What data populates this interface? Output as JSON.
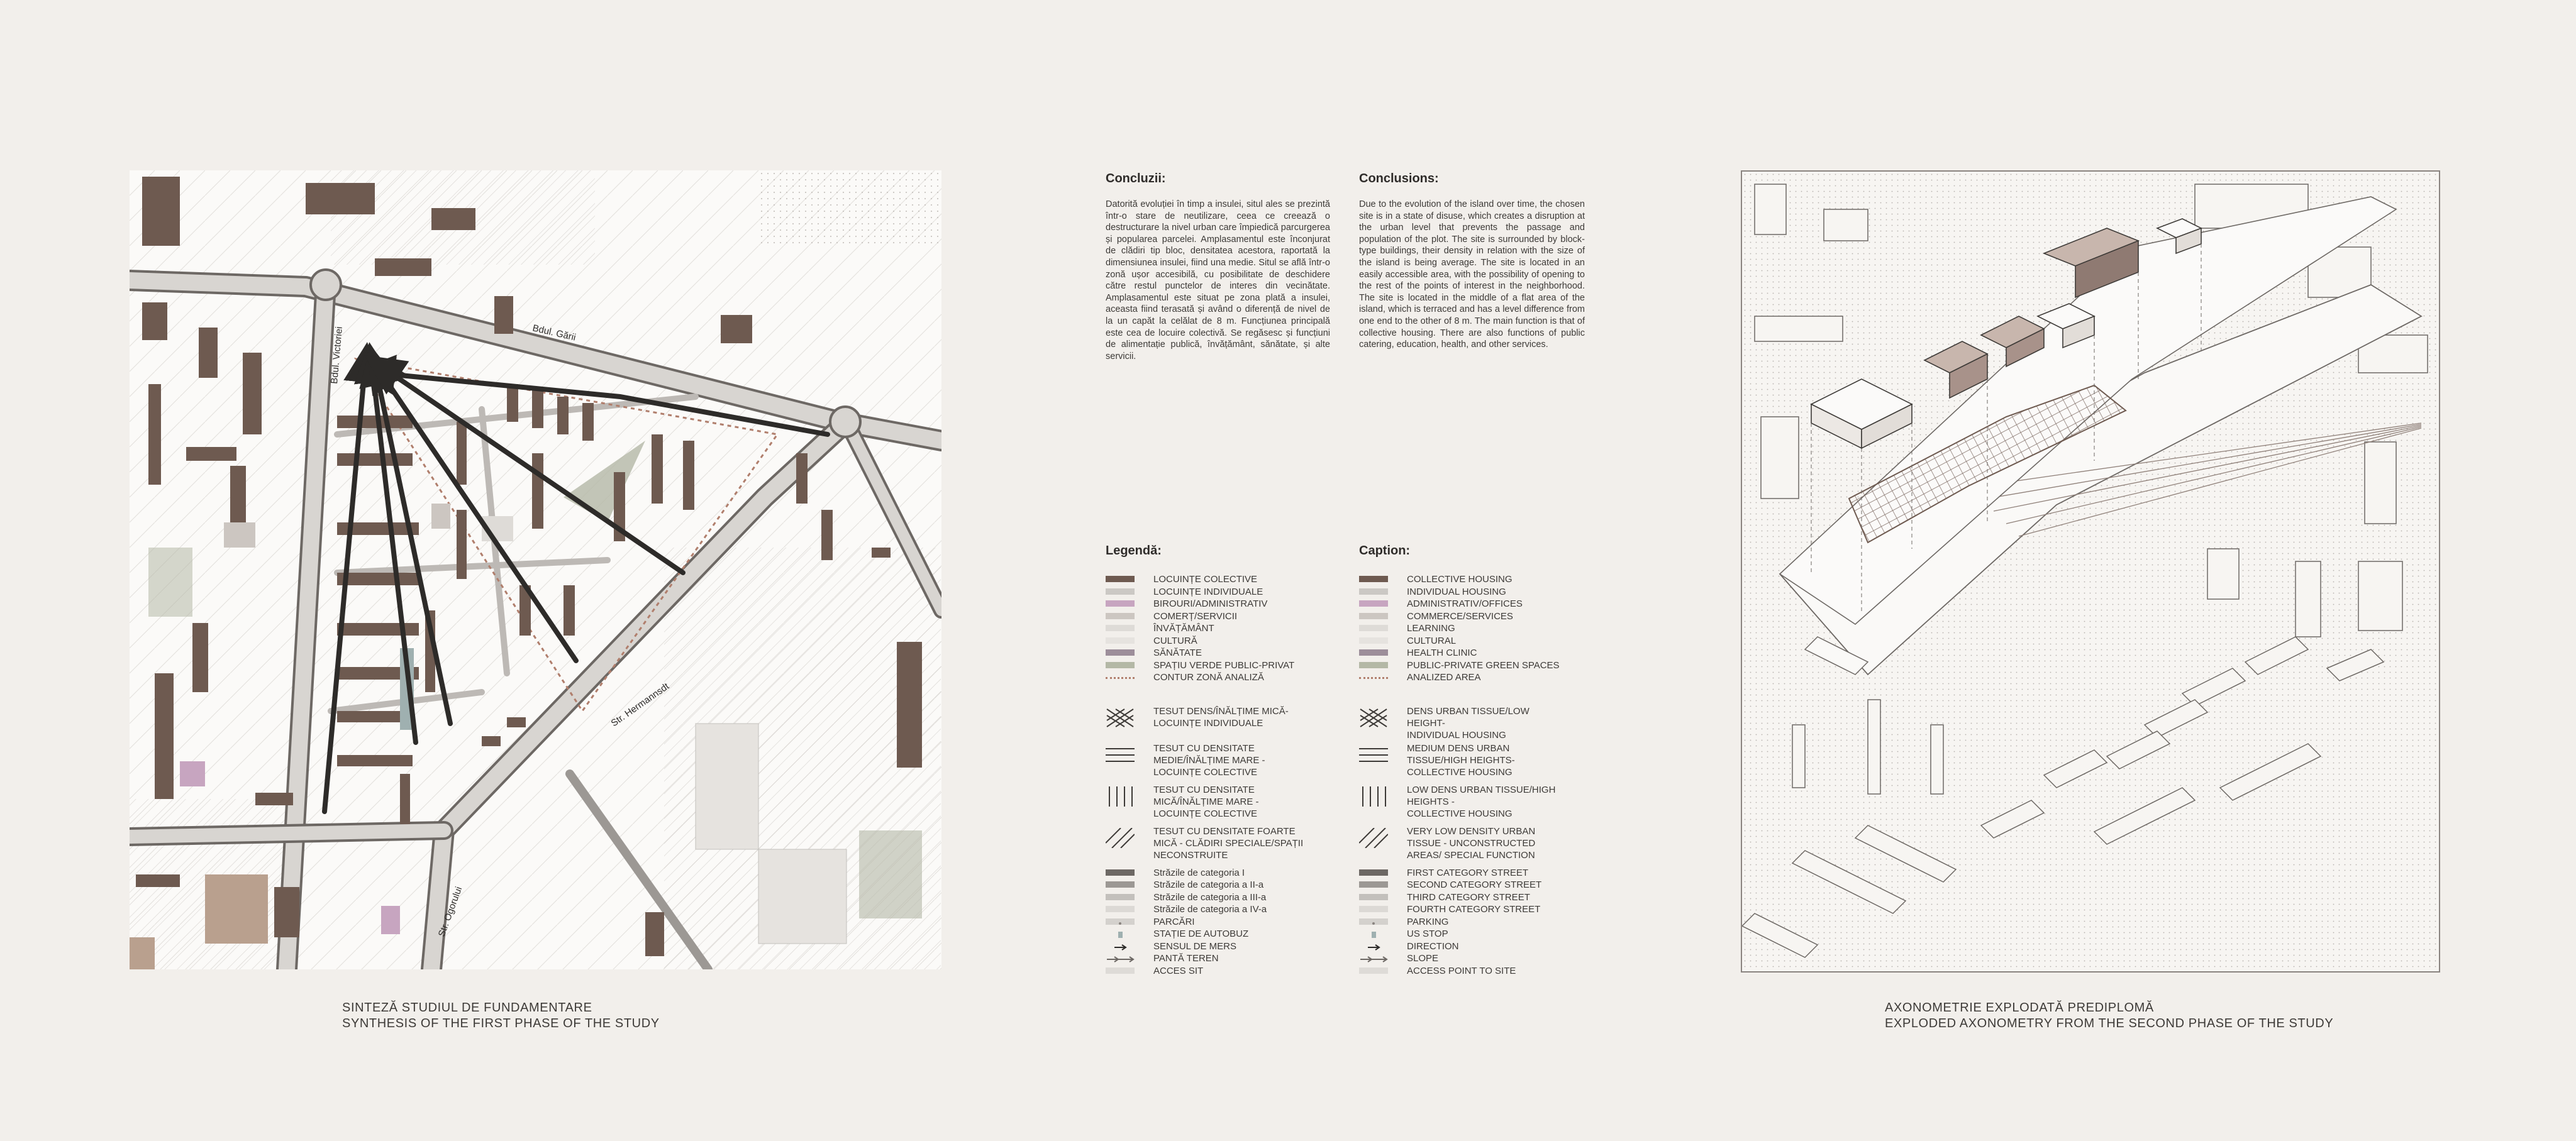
{
  "colors": {
    "background": "#f2efeb",
    "text": "#3d3a37",
    "collective_housing": "#6e5a50",
    "individual_housing": "#cbc8c4",
    "administrative": "#c7a5c0",
    "commerce": "#ccc6c1",
    "learning": "#dedbd7",
    "cultural": "#e6e3df",
    "health": "#9d8e9a",
    "green_space": "#b4b8a6",
    "analyzed_area": "#b07e6c",
    "arrows": "#2d2b29"
  },
  "map": {
    "street_labels": [
      "Bdul. Gării",
      "Bdul. Victoriei",
      "Str. Hermannsdt",
      "Str. Ogorului"
    ]
  },
  "left_figure_caption": {
    "line1": "SINTEZĂ STUDIUL DE FUNDAMENTARE",
    "line2": "SYNTHESIS OF THE FIRST PHASE OF THE STUDY"
  },
  "right_figure_caption": {
    "line1": "AXONOMETRIE EXPLODATĂ PREDIPLOMĂ",
    "line2": "EXPLODED AXONOMETRY FROM THE SECOND PHASE OF THE STUDY"
  },
  "conclusions_ro": {
    "heading": "Concluzii:",
    "text": "Datorită evoluției în timp a insulei, situl ales se prezintă într-o stare de neutilizare, ceea ce creează o destructurare la nivel urban care împiedică parcurgerea și popularea parcelei. Amplasamentul este înconjurat de clădiri tip bloc, densitatea acestora, raportată la dimensiunea insulei, fiind una medie. Situl se află într-o zonă ușor accesibilă, cu posibilitate de deschidere către restul punctelor de interes din vecinătate. Amplasamentul este situat pe zona plată a insulei, aceasta fiind terasată și având o diferență de nivel de la un capăt la celălat de 8 m. Funcțiunea principală este cea de locuire colectivă. Se regăsesc și funcțiuni de alimentație publică, învățământ, sănătate, și alte servicii."
  },
  "conclusions_en": {
    "heading": "Conclusions:",
    "text": "Due to the evolution of the island over time, the chosen site is in a state of disuse, which creates a disruption at the urban level that prevents the passage and population of the plot. The site is surrounded by block-type buildings, their density in relation with the size of the island is being average. The site is located in an easily accessible area, with the possibility of opening to the rest of the points of interest in the neighborhood. The site is located in the middle of a flat area of the island, which is terraced and has a level difference from one end to the other of 8 m. The main function is that of collective housing. There are also functions of public catering, education, health, and other services."
  },
  "legend_ro": {
    "heading": "Legendă:",
    "land_use": [
      {
        "label": "LOCUINȚE COLECTIVE",
        "color": "#6e5a50"
      },
      {
        "label": "LOCUINȚE INDIVIDUALE",
        "color": "#cbc8c4"
      },
      {
        "label": "BIROURI/ADMINISTRATIV",
        "color": "#c7a5c0"
      },
      {
        "label": "COMERȚ/SERVICII",
        "color": "#ccc6c1"
      },
      {
        "label": "ÎNVĂȚĂMÂNT",
        "color": "#dedbd7"
      },
      {
        "label": "CULTURĂ",
        "color": "#e6e3df"
      },
      {
        "label": "SĂNĂTATE",
        "color": "#9d8e9a"
      },
      {
        "label": "SPAȚIU VERDE PUBLIC-PRIVAT",
        "color": "#b4b8a6"
      },
      {
        "label": "CONTUR ZONĂ ANALIZĂ",
        "color": "#b07e6c"
      }
    ],
    "textures": [
      [
        "TESUT DENS/ÎNĂLȚIME MICĂ-",
        "LOCUINȚE INDIVIDUALE"
      ],
      [
        "TESUT CU DENSITATE",
        "MEDIE/ÎNĂLȚIME MARE -",
        "LOCUINȚE COLECTIVE"
      ],
      [
        "TESUT CU DENSITATE",
        "MICĂ/ÎNĂLȚIME MARE -",
        "LOCUINȚE COLECTIVE"
      ],
      [
        "TESUT CU DENSITATE FOARTE",
        "MICĂ - CLĂDIRI SPECIALE/SPAȚII",
        "NECONSTRUITE"
      ]
    ],
    "streets": [
      {
        "label": "Străzile de categoria I",
        "color": "#6d6864"
      },
      {
        "label": "Străzile de categoria a II-a",
        "color": "#9c9894"
      },
      {
        "label": "Străzile de categoria a III-a",
        "color": "#c3c0bc"
      },
      {
        "label": "Străzile de categoria a IV-a",
        "color": "#dcd9d5"
      },
      {
        "label": "PARCĂRI",
        "color": "#d4d1cd"
      },
      {
        "label": "STAȚIE DE AUTOBUZ",
        "color": "#9fb0b0"
      },
      {
        "label": "SENSUL DE MERS",
        "color": "#2d2b29"
      },
      {
        "label": "PANTĂ TEREN",
        "color": "#6d6864"
      },
      {
        "label": "ACCES SIT",
        "color": "#dedbd7"
      }
    ]
  },
  "legend_en": {
    "heading": "Caption:",
    "land_use": [
      {
        "label": "COLLECTIVE HOUSING",
        "color": "#6e5a50"
      },
      {
        "label": "INDIVIDUAL HOUSING",
        "color": "#cbc8c4"
      },
      {
        "label": "ADMINISTRATIV/OFFICES",
        "color": "#c7a5c0"
      },
      {
        "label": "COMMERCE/SERVICES",
        "color": "#ccc6c1"
      },
      {
        "label": "LEARNING",
        "color": "#dedbd7"
      },
      {
        "label": "CULTURAL",
        "color": "#e6e3df"
      },
      {
        "label": "HEALTH CLINIC",
        "color": "#9d8e9a"
      },
      {
        "label": "PUBLIC-PRIVATE GREEN SPACES",
        "color": "#b4b8a6"
      },
      {
        "label": "ANALIZED AREA",
        "color": "#b07e6c"
      }
    ],
    "textures": [
      [
        "DENS URBAN TISSUE/LOW",
        "HEIGHT-",
        "INDIVIDUAL HOUSING"
      ],
      [
        "MEDIUM DENS URBAN",
        "TISSUE/HIGH HEIGHTS-",
        "COLLECTIVE HOUSING"
      ],
      [
        "LOW DENS URBAN TISSUE/HIGH",
        "HEIGHTS -",
        "COLLECTIVE HOUSING"
      ],
      [
        "VERY LOW DENSITY URBAN",
        "TISSUE - UNCONSTRUCTED",
        "AREAS/ SPECIAL FUNCTION"
      ]
    ],
    "streets": [
      {
        "label": "FIRST CATEGORY STREET",
        "color": "#6d6864"
      },
      {
        "label": "SECOND CATEGORY STREET",
        "color": "#9c9894"
      },
      {
        "label": "THIRD CATEGORY STREET",
        "color": "#c3c0bc"
      },
      {
        "label": "FOURTH CATEGORY STREET",
        "color": "#dcd9d5"
      },
      {
        "label": "PARKING",
        "color": "#d4d1cd"
      },
      {
        "label": "US STOP",
        "color": "#9fb0b0"
      },
      {
        "label": "DIRECTION",
        "color": "#2d2b29"
      },
      {
        "label": "SLOPE",
        "color": "#6d6864"
      },
      {
        "label": "ACCESS POINT TO SITE",
        "color": "#dedbd7"
      }
    ]
  }
}
